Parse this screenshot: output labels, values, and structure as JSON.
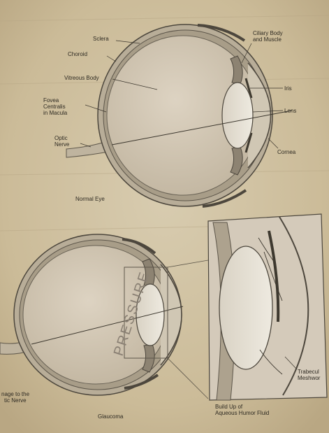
{
  "normal_eye": {
    "labels": {
      "sclera": "Sclera",
      "choroid": "Choroid",
      "vitreous": "Vitreous Body",
      "fovea_1": "Fovea",
      "fovea_2": "Centralis",
      "fovea_3": "in Macula",
      "optic_1": "Optic",
      "optic_2": "Nerve",
      "ciliary_1": "Ciliary Body",
      "ciliary_2": "and Muscle",
      "iris": "Iris",
      "lens": "Lens",
      "cornea": "Cornea"
    },
    "caption": "Normal Eye"
  },
  "glaucoma_eye": {
    "pressure": "PRESSURE",
    "damage_1": "nage to the",
    "damage_2": "tic Nerve",
    "caption": "Glaucoma"
  },
  "inset": {
    "trabecular_1": "Trabecul",
    "trabecular_2": "Meshwor",
    "caption_1": "Build Up of",
    "caption_2": "Aqueous Humor Fluid"
  }
}
